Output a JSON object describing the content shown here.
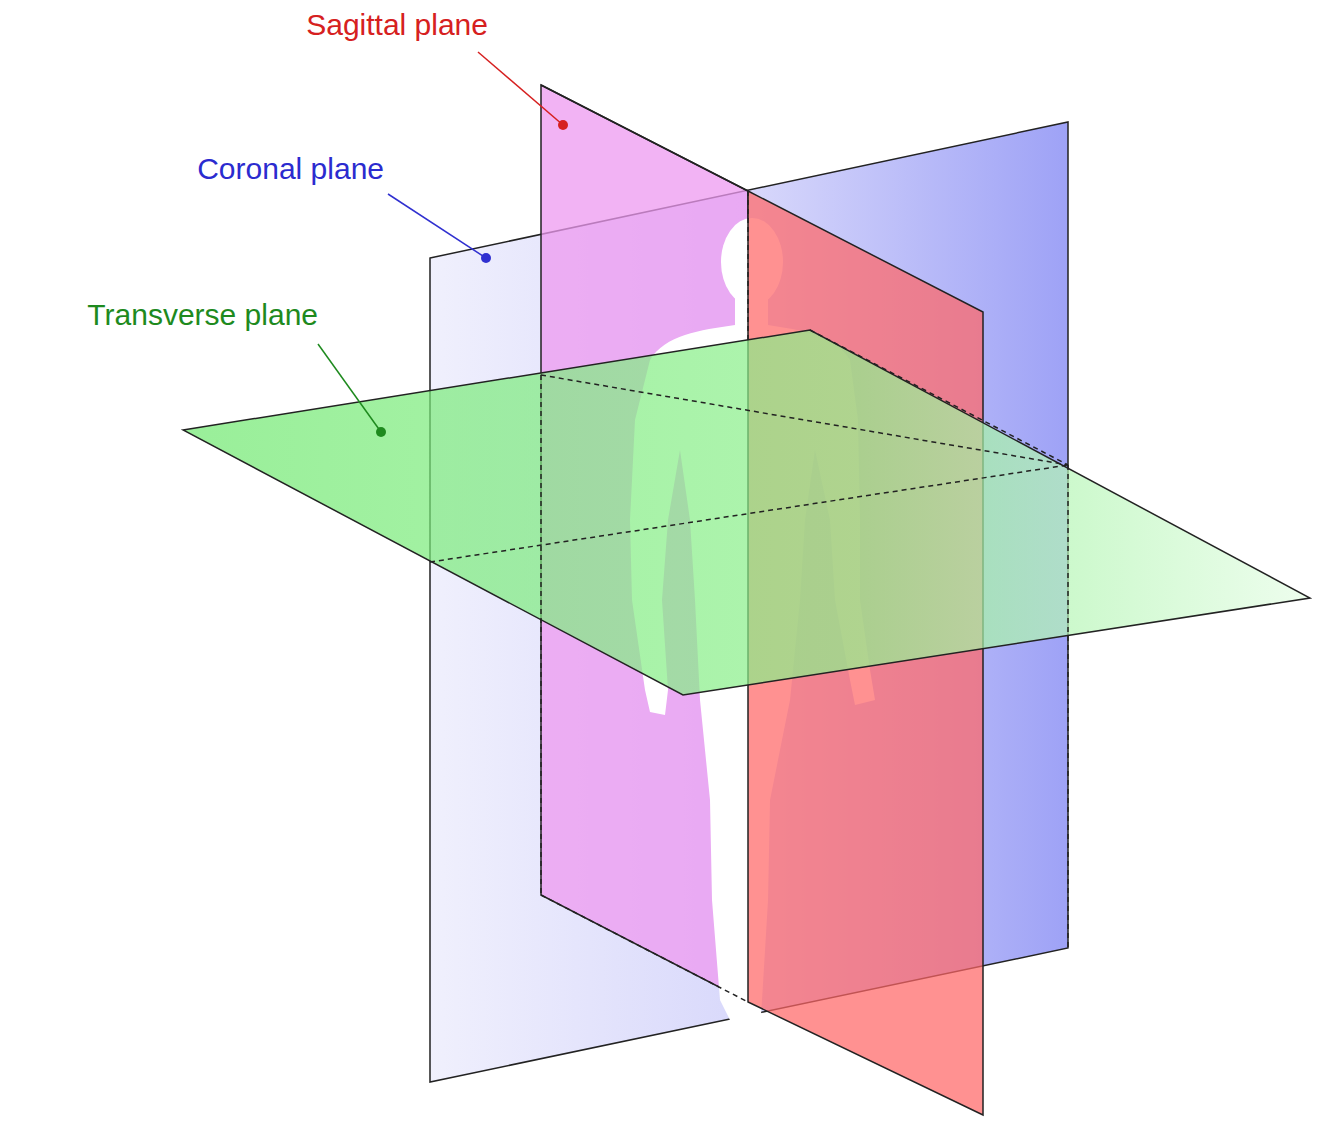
{
  "diagram": {
    "labels": [
      "Sagittal plane",
      "Coronal plane",
      "Transverse plane"
    ]
  }
}
